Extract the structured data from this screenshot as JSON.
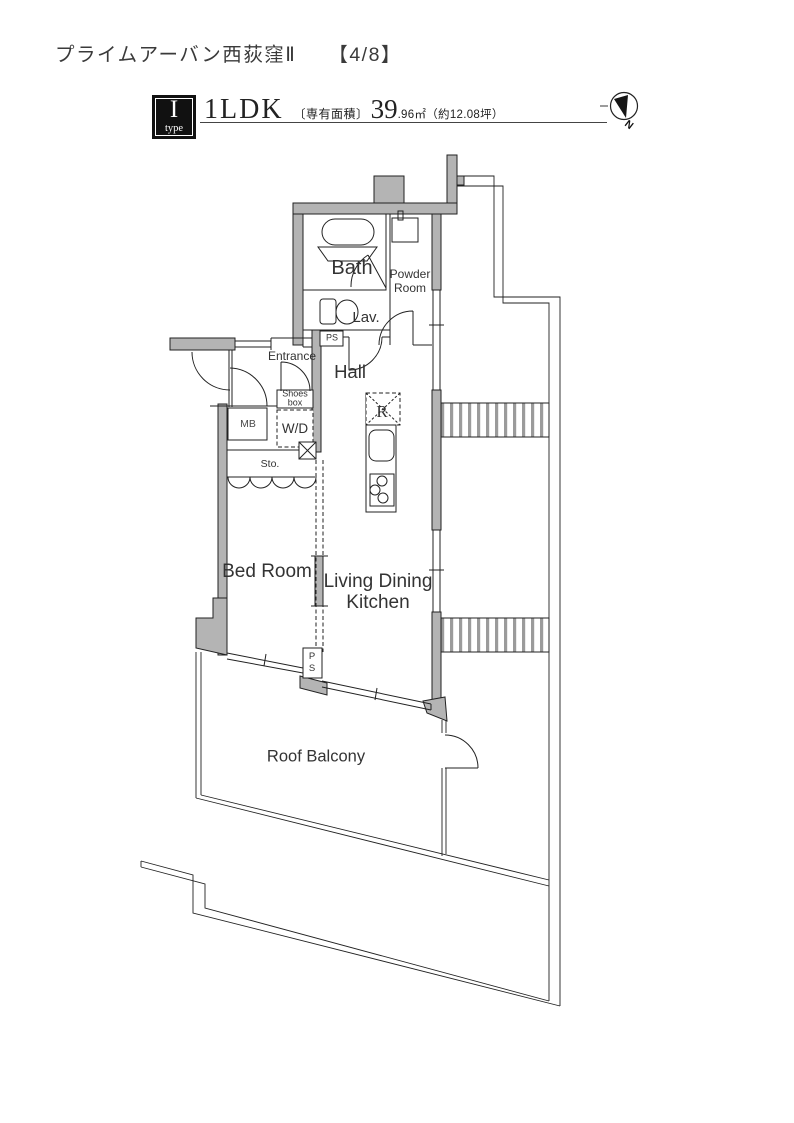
{
  "header": {
    "title": "プライムアーバン西荻窪Ⅱ",
    "page_indicator": "【4/8】"
  },
  "unit_info": {
    "type_letter": "I",
    "type_caption": "type",
    "layout": "1LDK",
    "area_bracket": "〔専有面積〕",
    "area_number": "39",
    "area_detail": ".96㎡（約12.08坪）"
  },
  "compass": {
    "north_label": "N"
  },
  "rooms": {
    "bath": "Bath",
    "powder_room": "Powder\nRoom",
    "lavatory": "Lav.",
    "pipe_space_upper": "PS",
    "entrance": "Entrance",
    "shoes_box": "Shoes\nbox",
    "meter_box": "MB",
    "washer_dryer": "W/D",
    "storage": "Sto.",
    "bedroom": "Bed Room",
    "living_dining_kitchen": "Living Dining\nKitchen",
    "refrigerator": "R",
    "pipe_space_lower": "P\nS",
    "roof_balcony": "Roof Balcony"
  },
  "colors": {
    "wall_fill": "#b4b4b4",
    "line": "#222222",
    "hatch_bar": "#9b9b9b",
    "badge_bg": "#111111"
  }
}
